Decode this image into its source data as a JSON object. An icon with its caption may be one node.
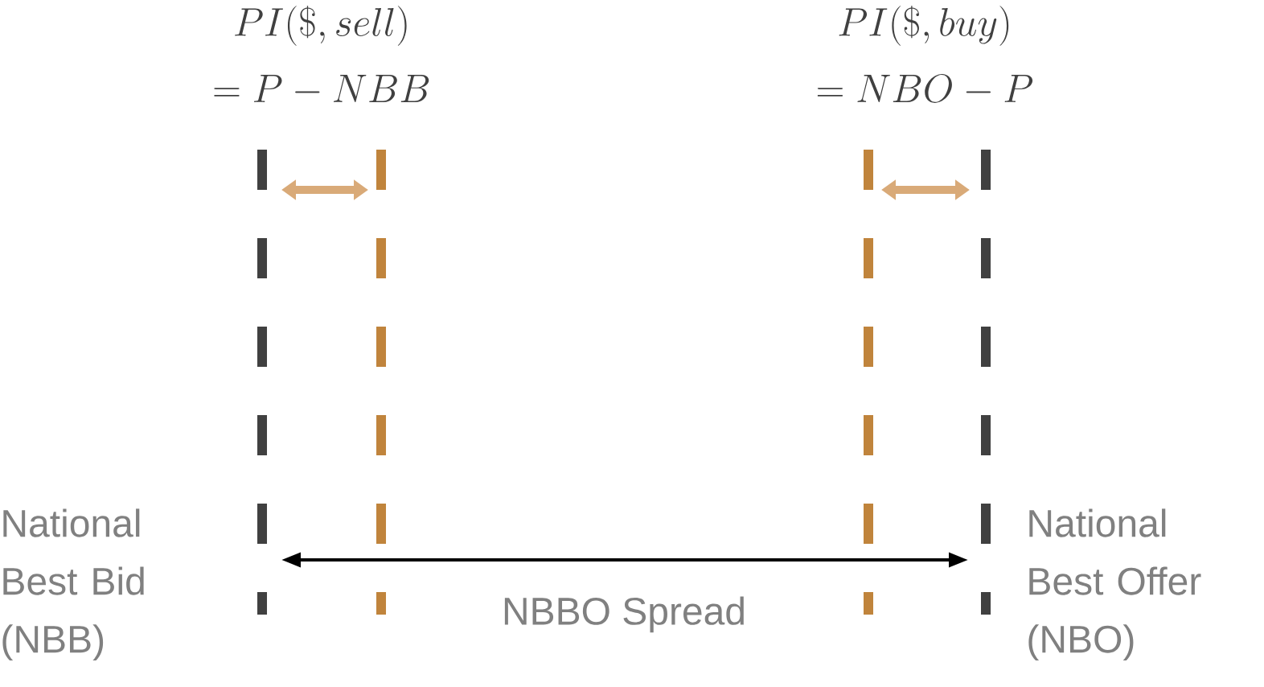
{
  "diagram": {
    "labels": [
      "PI(\\$, sell)",
      "= P - NBB",
      "PI(\\$, buy)",
      "= NBO - P",
      "National Best Bid (NBB)",
      "National Best Offer (NBO)",
      "NBBO Spread"
    ]
  }
}
